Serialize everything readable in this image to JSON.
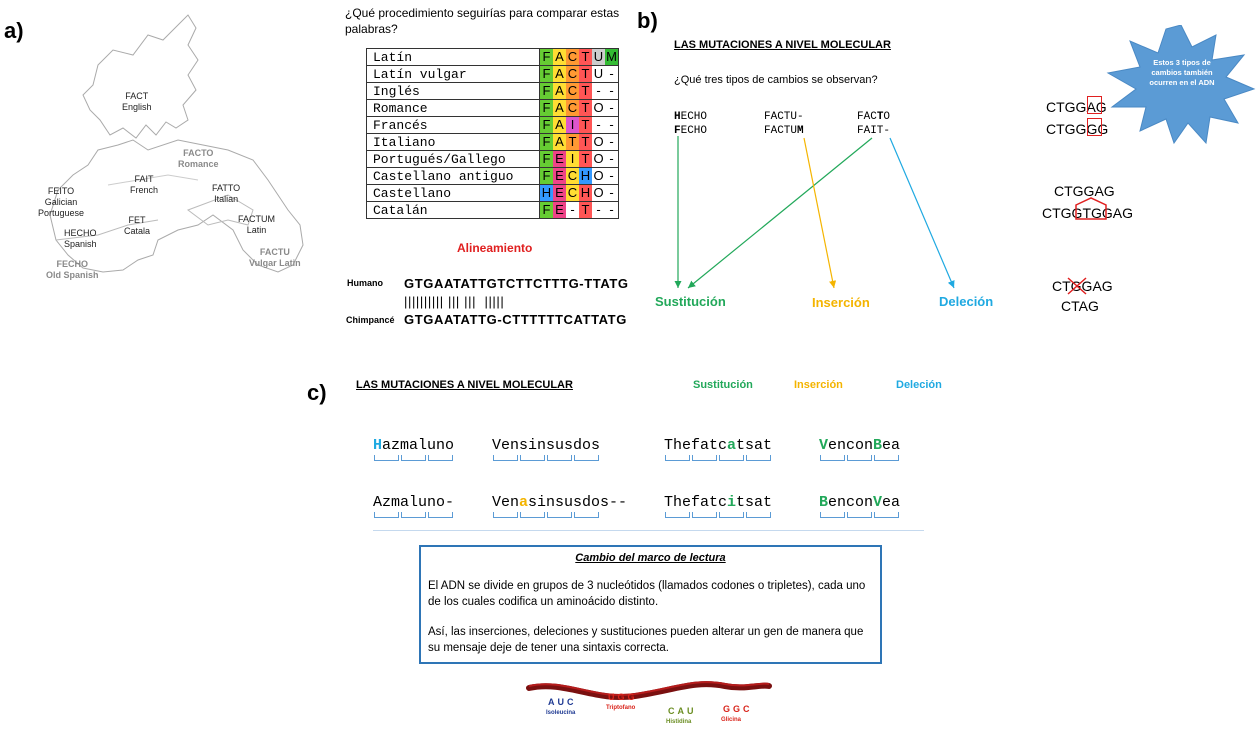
{
  "panels": {
    "a": "a)",
    "b": "b)",
    "c": "c)"
  },
  "map": {
    "labels": [
      {
        "lines": [
          "FACT",
          "English"
        ],
        "grey": false
      },
      {
        "lines": [
          "FACTO",
          "Romance"
        ],
        "grey": true
      },
      {
        "lines": [
          "FAIT",
          "French"
        ],
        "grey": false
      },
      {
        "lines": [
          "FATTO",
          "Italian"
        ],
        "grey": false
      },
      {
        "lines": [
          "FEITO",
          "Galician",
          "Portuguese"
        ],
        "grey": false
      },
      {
        "lines": [
          "FET",
          "Catala"
        ],
        "grey": false
      },
      {
        "lines": [
          "HECHO",
          "Spanish"
        ],
        "grey": false
      },
      {
        "lines": [
          "FACTUM",
          "Latin"
        ],
        "grey": false
      },
      {
        "lines": [
          "FECHO",
          "Old Spanish"
        ],
        "grey": true
      },
      {
        "lines": [
          "FACTU",
          "Vulgar Latin"
        ],
        "grey": true
      }
    ]
  },
  "question_a": "¿Qué procedimiento seguirías para comparar estas palabras?",
  "alignment_table": {
    "rows": [
      {
        "lang": "Latín",
        "letters": [
          "F",
          "A",
          "C",
          "T",
          "U",
          "M"
        ],
        "colors": [
          "#66cc33",
          "#ffdd33",
          "#ff9933",
          "#ff5555",
          "#cccccc",
          "#33bb33"
        ]
      },
      {
        "lang": "Latín vulgar",
        "letters": [
          "F",
          "A",
          "C",
          "T",
          "U",
          "-"
        ],
        "colors": [
          "#66cc33",
          "#ffdd33",
          "#ff9933",
          "#ff5555",
          "",
          ""
        ]
      },
      {
        "lang": "Inglés",
        "letters": [
          "F",
          "A",
          "C",
          "T",
          "-",
          "-"
        ],
        "colors": [
          "#66cc33",
          "#ffdd33",
          "#ff9933",
          "#ff5555",
          "",
          ""
        ]
      },
      {
        "lang": "Romance",
        "letters": [
          "F",
          "A",
          "C",
          "T",
          "O",
          "-"
        ],
        "colors": [
          "#66cc33",
          "#ffdd33",
          "#ff9933",
          "#ff5555",
          "",
          ""
        ]
      },
      {
        "lang": "Francés",
        "letters": [
          "F",
          "A",
          "I",
          "T",
          "-",
          "-"
        ],
        "colors": [
          "#66cc33",
          "#ffdd33",
          "#dd55cc",
          "#ff5555",
          "",
          ""
        ]
      },
      {
        "lang": "Italiano",
        "letters": [
          "F",
          "A",
          "T",
          "T",
          "O",
          "-"
        ],
        "colors": [
          "#66cc33",
          "#ffdd33",
          "#ff9933",
          "#ff5555",
          "",
          ""
        ]
      },
      {
        "lang": "Portugués/Gallego",
        "letters": [
          "F",
          "E",
          "I",
          "T",
          "O",
          "-"
        ],
        "colors": [
          "#66cc33",
          "#ee4488",
          "#ffdd33",
          "#ff5555",
          "",
          ""
        ]
      },
      {
        "lang": "Castellano antiguo",
        "letters": [
          "F",
          "E",
          "C",
          "H",
          "O",
          "-"
        ],
        "colors": [
          "#66cc33",
          "#ee4488",
          "#ffdd33",
          "#3399ff",
          "",
          ""
        ]
      },
      {
        "lang": "Castellano",
        "letters": [
          "H",
          "E",
          "C",
          "H",
          "O",
          "-"
        ],
        "colors": [
          "#3399ff",
          "#ee4488",
          "#ffdd33",
          "#ff5555",
          "",
          ""
        ]
      },
      {
        "lang": "Catalán",
        "letters": [
          "F",
          "E",
          "-",
          "T",
          "-",
          "-"
        ],
        "colors": [
          "#66cc33",
          "#ee4488",
          "",
          "#ff5555",
          "",
          ""
        ]
      }
    ]
  },
  "alineamiento_label": "Alineamiento",
  "dna": {
    "human_label": "Humano",
    "human_seq": "GTGAATATTGTCTTCTTTG-TTATG",
    "bars": "|||||||||| ||| |||  |||||",
    "chimp_label": "Chimpancé",
    "chimp_seq": "GTGAATATTG-CTTTTTTCATTATG"
  },
  "panel_b": {
    "title": "LAS MUTACIONES A NIVEL MOLECULAR",
    "question": "¿Qué tres tipos de cambios se observan?",
    "pairs": [
      {
        "top_bold": "H",
        "top_rest": "ECHO",
        "bottom_bold": "F",
        "bottom_rest": "ECHO"
      },
      {
        "top_pre": "FACTU-",
        "bottom_pre": "FACTU",
        "bottom_bold": "M"
      },
      {
        "top_pre": "FAC",
        "top_bold": "T",
        "top_post": "O",
        "bottom_pre": "FAIT-"
      }
    ],
    "sustitucion": "Sustitución",
    "insercion": "Inserción",
    "delecion": "Deleción",
    "colors": {
      "sustitucion": "#22a85a",
      "insercion": "#f4b400",
      "delecion": "#1fa9e1"
    }
  },
  "starburst_text": "Estos 3 tipos de cambios también ocurren en el ADN",
  "dna_examples": {
    "sub_top": "CTGGAG",
    "sub_bottom": "CTGGGG",
    "ins_top": "CTGGAG",
    "ins_bottom": "CTGGTGGAG",
    "del_top": "CTGGAG",
    "del_bottom": "CTAG"
  },
  "panel_c": {
    "title": "LAS MUTACIONES A NIVEL MOLECULAR",
    "sustitucion": "Sustitución",
    "insercion": "Inserción",
    "delecion": "Deleción",
    "row1": [
      {
        "pre": "",
        "hl": "H",
        "post": "azmaluno",
        "hl_color": "#1fa9e1"
      },
      {
        "pre": "Vensinsusdos",
        "hl": "",
        "post": "",
        "hl_color": ""
      },
      {
        "pre": "Thefatc",
        "hl": "a",
        "post": "tsat",
        "hl_color": "#22a85a"
      },
      {
        "pre": "",
        "hl": "V",
        "post": "encon",
        "hl2": "B",
        "post2": "ea",
        "hl_color": "#22a85a"
      }
    ],
    "row2": [
      {
        "pre": "Azmaluno-",
        "hl": "",
        "post": "",
        "hl_color": ""
      },
      {
        "pre": "Ven",
        "hl": "a",
        "post": "sinsusdos--",
        "hl_color": "#f4b400"
      },
      {
        "pre": "Thefatc",
        "hl": "i",
        "post": "tsat",
        "hl_color": "#22a85a"
      },
      {
        "pre": "",
        "hl": "B",
        "post": "encon",
        "hl2": "V",
        "post2": "ea",
        "hl_color": "#22a85a"
      }
    ],
    "box_title": "Cambio del marco de lectura",
    "box_p1": "El ADN se divide en grupos de 3 nucleótidos (llamados codones o tripletes), cada uno de los cuales codifica un aminoácido distinto.",
    "box_p2": "Así, las inserciones, deleciones y sustituciones pueden alterar un gen de manera que su mensaje deje de tener una sintaxis correcta."
  },
  "rna_strip": {
    "codons": [
      {
        "letters": "AUC",
        "name": "Isoleucina",
        "color": "#1f3a93"
      },
      {
        "letters": "UGG",
        "name": "Triptofano",
        "color": "#d9241b"
      },
      {
        "letters": "CAU",
        "name": "Histidina",
        "color": "#6b8e23"
      },
      {
        "letters": "GGC",
        "name": "Glicina",
        "color": "#d9241b"
      }
    ]
  }
}
